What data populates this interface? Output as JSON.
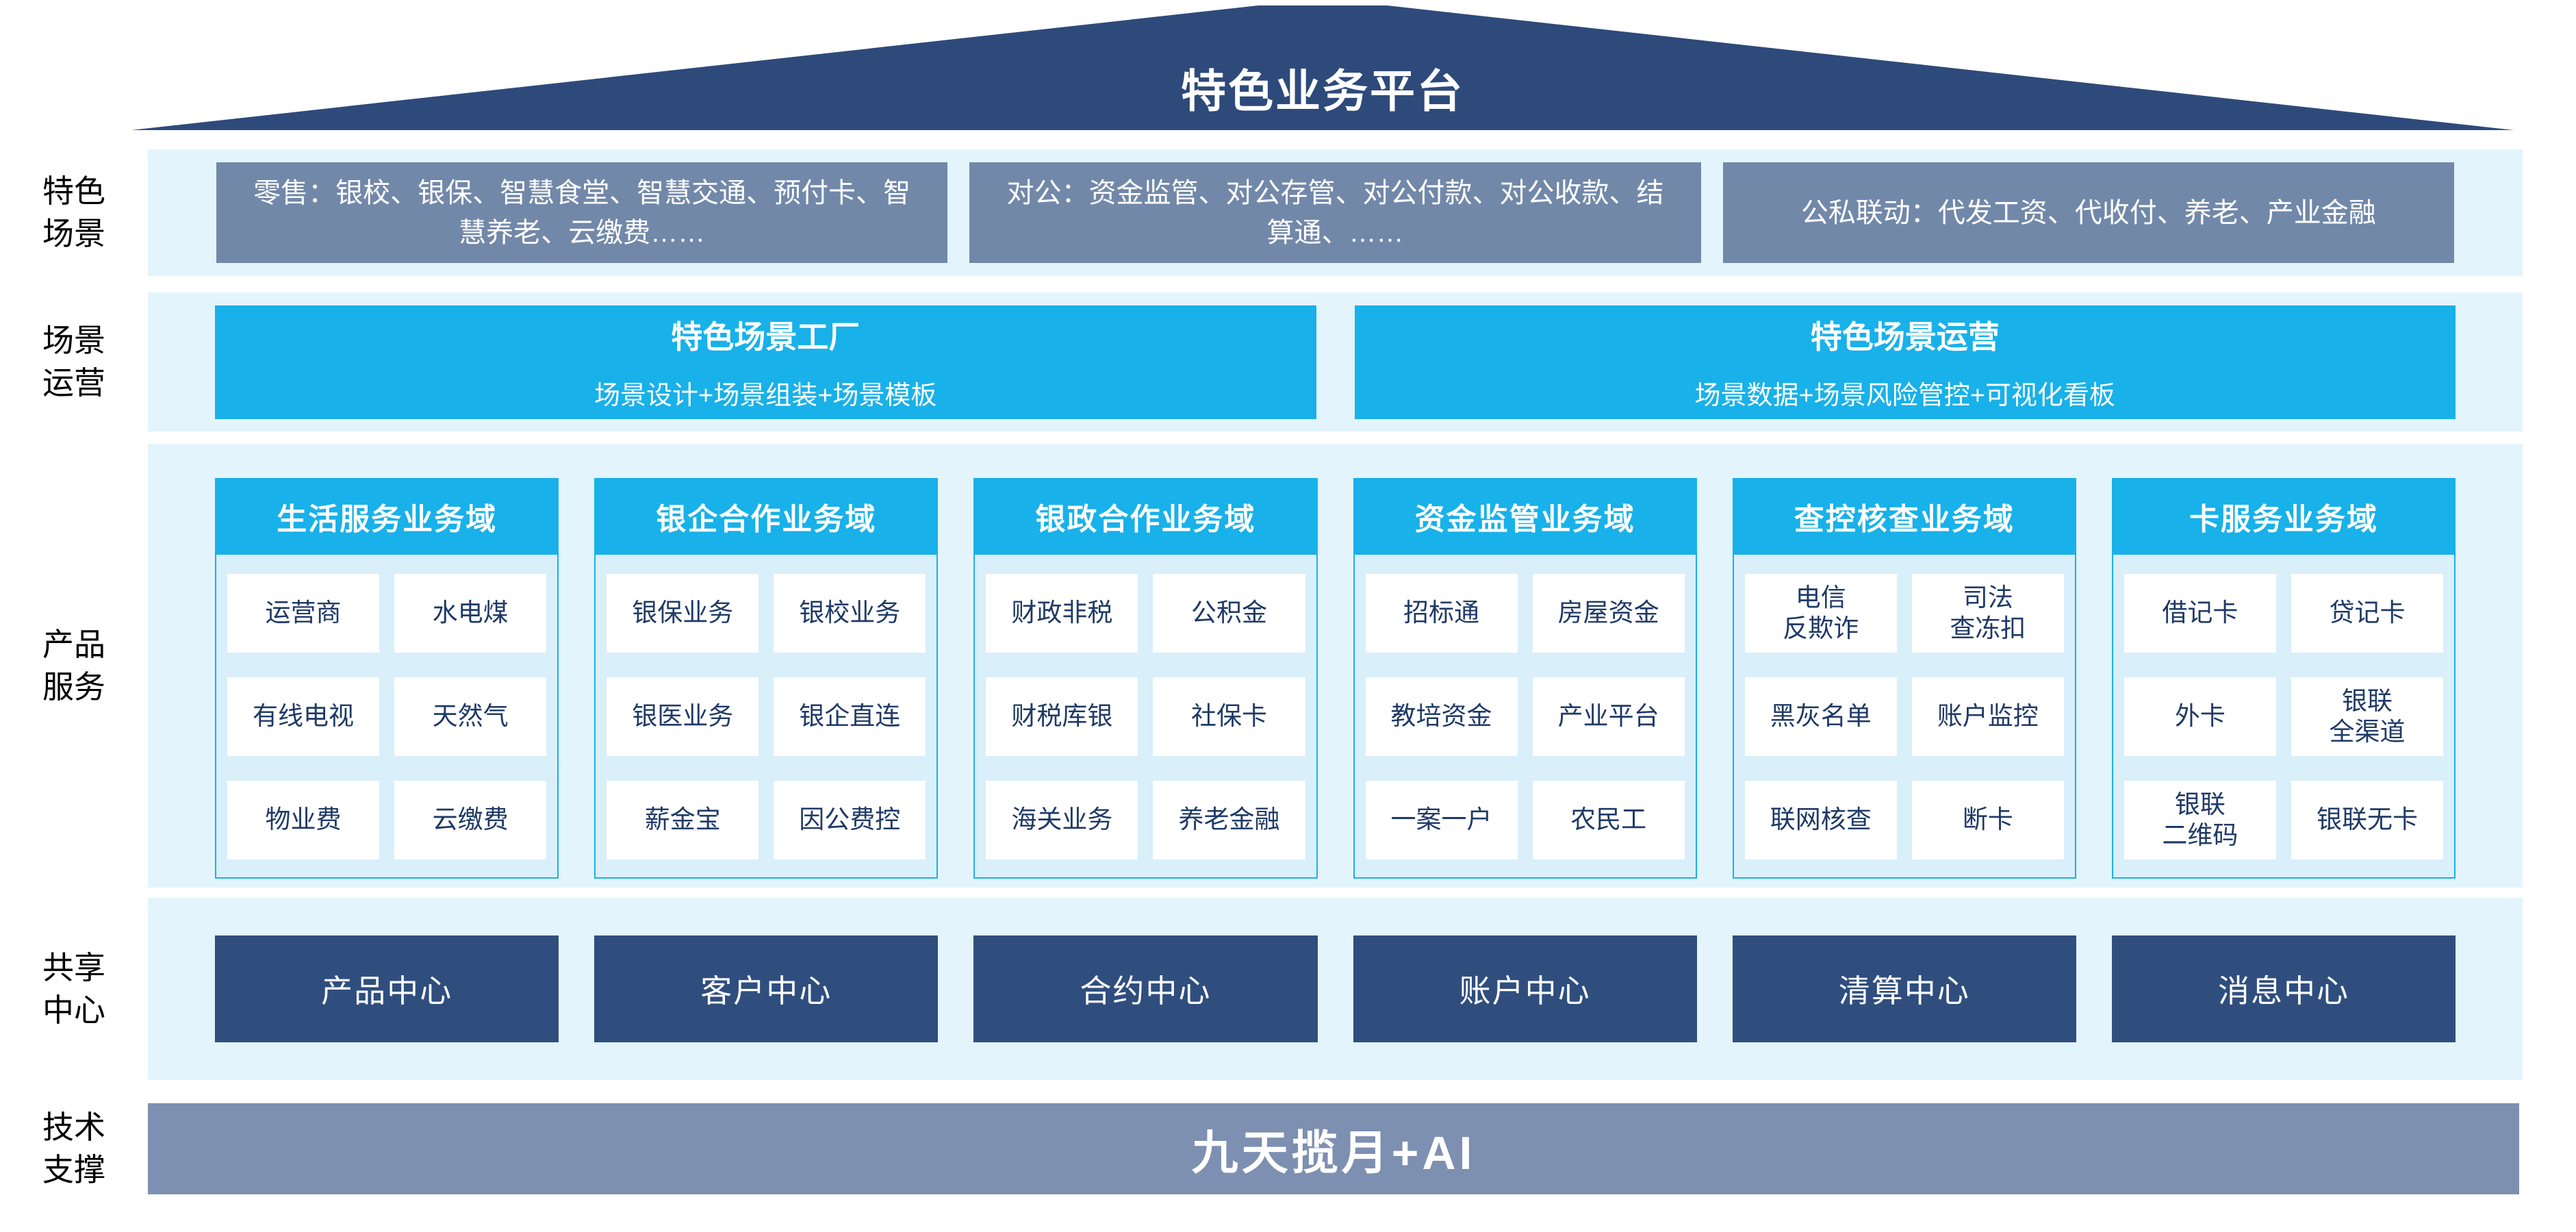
{
  "palette": {
    "roof_navy": "#2E4A7B",
    "box_slate": "#7288A9",
    "panel_blue": "#E3F4FC",
    "accent_cyan": "#18B1E9",
    "domain_fill": "#D9EFFA",
    "cell_text_navy": "#1F3A66",
    "center_navy": "#2F4E7E",
    "bar_slate": "#7E90B1",
    "text_white": "#FFFFFF",
    "label_black": "#000000"
  },
  "roof": {
    "title": "特色业务平台"
  },
  "scenarios": {
    "label": "特色\n场景",
    "boxes": [
      "零售：银校、银保、智慧食堂、智慧交通、预付卡、智慧养老、云缴费……",
      "对公：资金监管、对公存管、对公付款、对公收款、结算通、……",
      "公私联动：代发工资、代收付、养老、产业金融"
    ]
  },
  "operations": {
    "label": "场景\n运营",
    "boxes": [
      {
        "title": "特色场景工厂",
        "subtitle": "场景设计+场景组装+场景模板"
      },
      {
        "title": "特色场景运营",
        "subtitle": "场景数据+场景风险管控+可视化看板"
      }
    ]
  },
  "products": {
    "label": "产品\n服务",
    "domains": [
      {
        "title": "生活服务业务域",
        "items": [
          "运营商",
          "水电煤",
          "有线电视",
          "天然气",
          "物业费",
          "云缴费"
        ]
      },
      {
        "title": "银企合作业务域",
        "items": [
          "银保业务",
          "银校业务",
          "银医业务",
          "银企直连",
          "薪金宝",
          "因公费控"
        ]
      },
      {
        "title": "银政合作业务域",
        "items": [
          "财政非税",
          "公积金",
          "财税库银",
          "社保卡",
          "海关业务",
          "养老金融"
        ]
      },
      {
        "title": "资金监管业务域",
        "items": [
          "招标通",
          "房屋资金",
          "教培资金",
          "产业平台",
          "一案一户",
          "农民工"
        ]
      },
      {
        "title": "查控核查业务域",
        "items": [
          "电信\n反欺诈",
          "司法\n查冻扣",
          "黑灰名单",
          "账户监控",
          "联网核查",
          "断卡"
        ]
      },
      {
        "title": "卡服务业务域",
        "items": [
          "借记卡",
          "贷记卡",
          "外卡",
          "银联\n全渠道",
          "银联\n二维码",
          "银联无卡"
        ]
      }
    ]
  },
  "shared": {
    "label": "共享\n中心",
    "centers": [
      "产品中心",
      "客户中心",
      "合约中心",
      "账户中心",
      "清算中心",
      "消息中心"
    ]
  },
  "tech": {
    "label": "技术\n支撑",
    "bar_text": "九天揽月+AI"
  }
}
